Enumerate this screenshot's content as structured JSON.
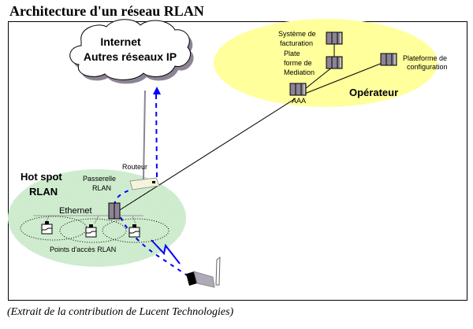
{
  "title": "Architecture d'un réseau RLAN",
  "caption": "(Extrait de la contribution de Lucent Technologies)",
  "cloud": {
    "line1": "Internet",
    "line2": "Autres réseaux IP"
  },
  "operator": {
    "zone_label": "Opérateur",
    "billing": {
      "line1": "Système de",
      "line2": "facturation"
    },
    "mediation": {
      "line1": "Plate",
      "line2": "forme de",
      "line3": "Mediation"
    },
    "config": {
      "line1": "Plateforme de",
      "line2": "configuration"
    },
    "aaa": "AAA"
  },
  "hotspot": {
    "zone_line1": "Hot spot",
    "zone_line2": "RLAN",
    "router": "Routeur",
    "gateway_line1": "Passerelle",
    "gateway_line2": "RLAN",
    "ethernet": "Ethernet",
    "access_points": "Points d'accès RLAN"
  },
  "colors": {
    "operator_zone": "#ffff9c",
    "hotspot_zone": "#c6efc6",
    "data_path": "#0000ff",
    "server": "#8c8494"
  }
}
